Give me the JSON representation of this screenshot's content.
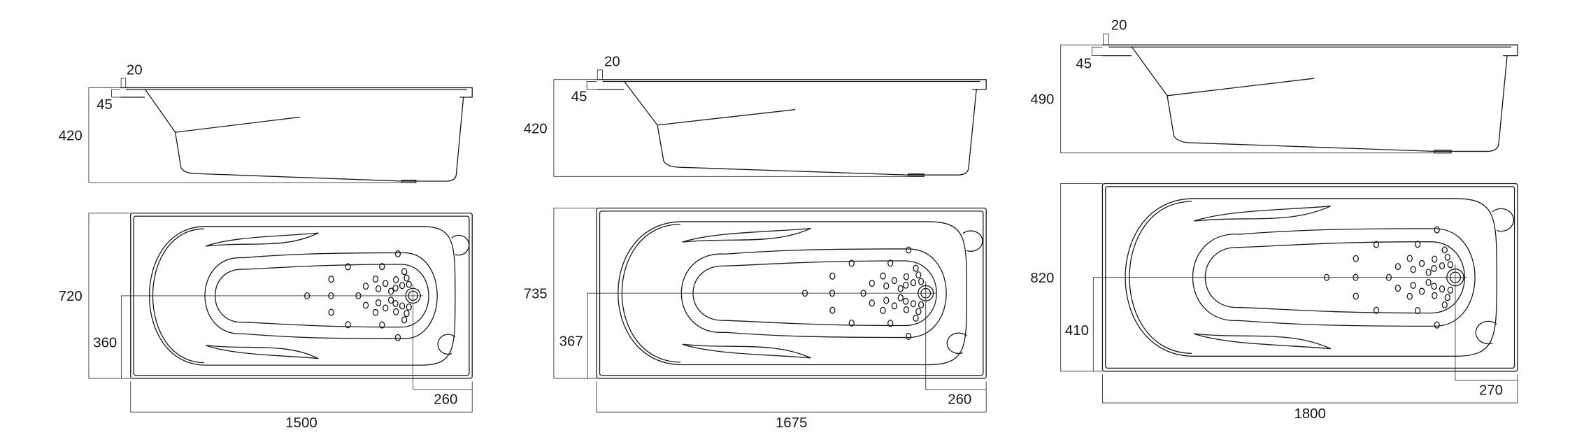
{
  "tubs": [
    {
      "name": "bathtub-1500",
      "length": "1500",
      "width": "720",
      "height": "420",
      "rim_thickness": "20",
      "rim_height": "45",
      "half_width": "360",
      "drain_offset": "260"
    },
    {
      "name": "bathtub-1675",
      "length": "1675",
      "width": "735",
      "height": "420",
      "rim_thickness": "20",
      "rim_height": "45",
      "half_width": "367",
      "drain_offset": "260"
    },
    {
      "name": "bathtub-1800",
      "length": "1800",
      "width": "820",
      "height": "490",
      "rim_thickness": "20",
      "rim_height": "45",
      "half_width": "410",
      "drain_offset": "270"
    }
  ],
  "colors": {
    "line": "#1a1a1a",
    "dimension": "#333333",
    "background": "#ffffff"
  }
}
